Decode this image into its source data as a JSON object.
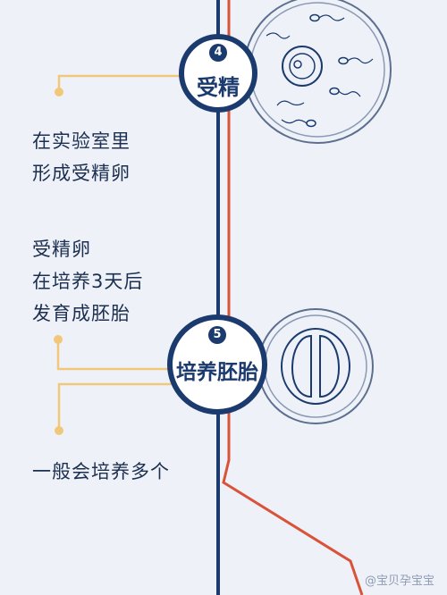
{
  "steps": [
    {
      "number": "4",
      "label": "受精"
    },
    {
      "number": "5",
      "label": "培养胚胎"
    }
  ],
  "texts": {
    "lab_fertilization": "在实验室里\n形成受精卵",
    "embryo_development": "受精卵\n在培养3天后\n发育成胚胎",
    "culture_note": "一般会培养多个"
  },
  "watermark": "@宝贝孕宝宝",
  "colors": {
    "navy": "#1b3a6e",
    "red_line": "#d9533a",
    "yellow_accent": "#f1c87a",
    "background": "#eef2f8"
  }
}
